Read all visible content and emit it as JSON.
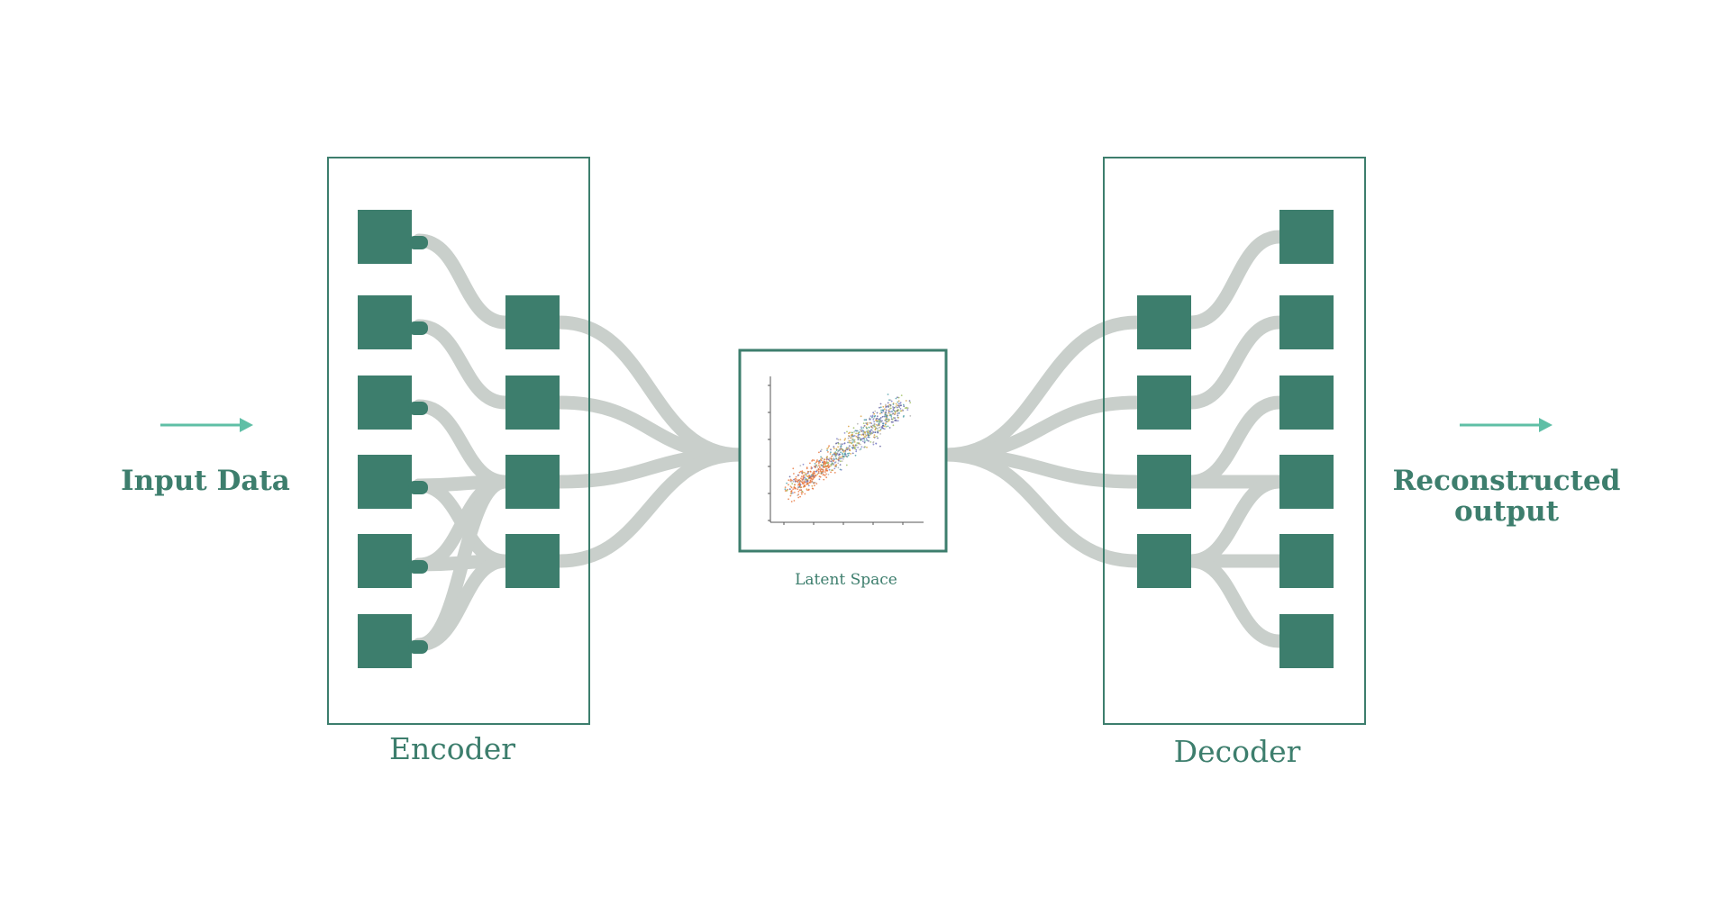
{
  "input_label": "Input Data",
  "output_label_line1": "Reconstructed",
  "output_label_line2": "output",
  "encoder_label": "Encoder",
  "decoder_label": "Decoder",
  "latent_label": "Latent Space",
  "colors": {
    "node": "#3d7e6d",
    "frame": "#3d7e6d",
    "flow": "#c9cfcb",
    "arrow": "#5fbfa6",
    "text": "#3d7e6d",
    "scatter_points": [
      "#e8743b",
      "#4c9fa8",
      "#7a7ec9",
      "#9bbd5a",
      "#b0b0b0",
      "#d9a03f",
      "#5e5e9e"
    ]
  },
  "icons": [
    "right-arrow-icon",
    "right-arrow-icon"
  ],
  "encoder": {
    "input_nodes": 6,
    "hidden_nodes": 4
  },
  "decoder": {
    "hidden_nodes": 4,
    "output_nodes": 6
  },
  "latent_plot": {
    "type": "scatter",
    "x_ticks": [
      "",
      "",
      "",
      "",
      ""
    ],
    "y_ticks": [
      "",
      "",
      "",
      "",
      "",
      ""
    ]
  }
}
